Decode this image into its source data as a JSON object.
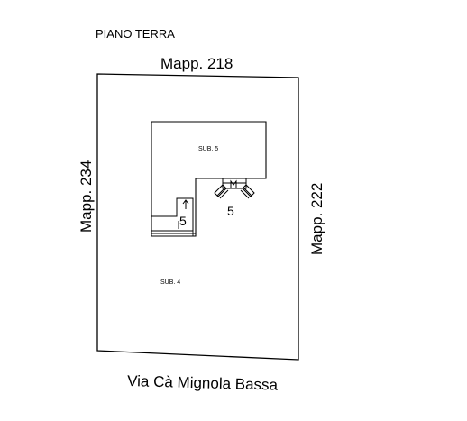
{
  "floor_label": "PIANO TERRA",
  "boundaries": {
    "north": "Mapp. 218",
    "west": "Mapp. 234",
    "east": "Mapp. 222",
    "south": "Via Cà Mignola Bassa"
  },
  "units": {
    "sub5_label": "SUB. 5",
    "sub4_label": "SUB. 4",
    "marker_left": "5",
    "marker_right": "5"
  },
  "colors": {
    "line": "#000000",
    "background": "#ffffff"
  }
}
